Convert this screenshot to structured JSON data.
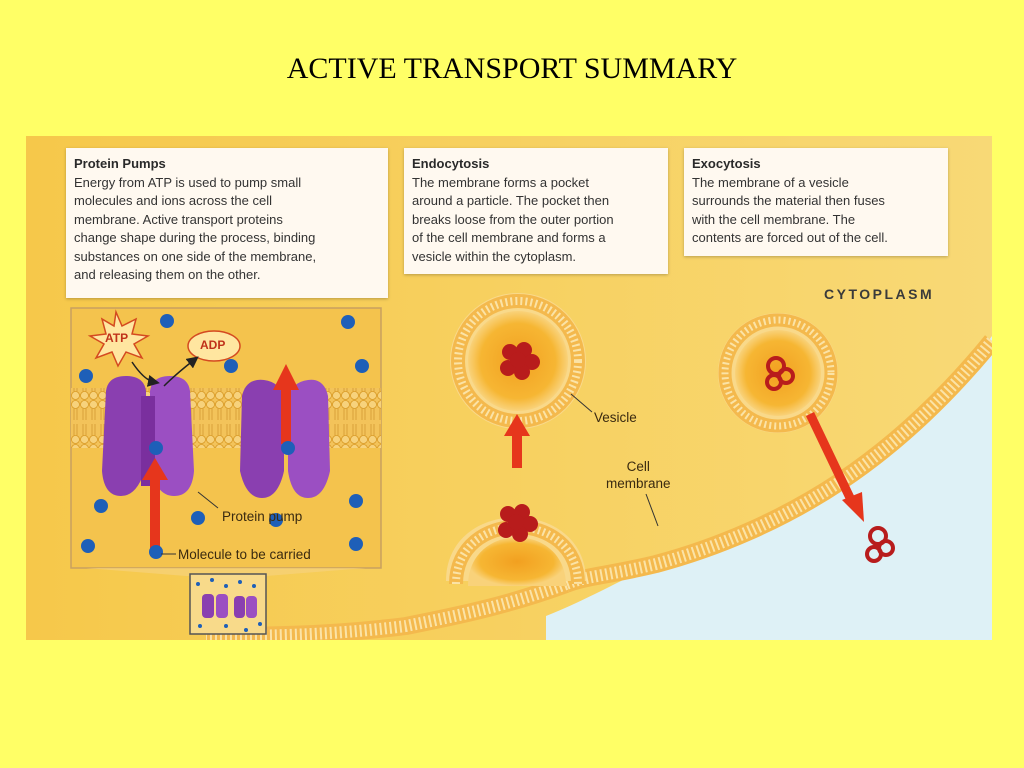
{
  "slide": {
    "title": "ACTIVE TRANSPORT SUMMARY"
  },
  "figure": {
    "boxes": {
      "protein_pumps": {
        "heading": "Protein Pumps",
        "text": "Energy from ATP is used to pump small\nmolecules and ions across the cell\nmembrane. Active transport proteins\nchange shape during the process, binding\nsubstances on one side of the membrane,\nand releasing them on the other."
      },
      "endocytosis": {
        "heading": "Endocytosis",
        "text": "The membrane forms a pocket\naround a particle. The pocket then\nbreaks loose from the outer portion\nof the cell membrane and forms a\nvesicle within the cytoplasm."
      },
      "exocytosis": {
        "heading": "Exocytosis",
        "text": "The membrane of a vesicle\nsurrounds the material then fuses\nwith the cell membrane. The\ncontents are forced out of the cell."
      }
    },
    "labels": {
      "cytoplasm": "CYTOPLASM",
      "atp": "ATP",
      "adp": "ADP",
      "protein_pump": "Protein pump",
      "molecule": "Molecule to be carried",
      "vesicle": "Vesicle",
      "cell_membrane": "Cell\nmembrane"
    },
    "colors": {
      "background": "#ffff66",
      "cytoplasm": "#f6c84a",
      "outside": "#dcf0f7",
      "protein": "#8a3fb0",
      "molecule": "#1e5fb8",
      "particle": "#b81c1c",
      "arrow": "#e6361c"
    }
  }
}
